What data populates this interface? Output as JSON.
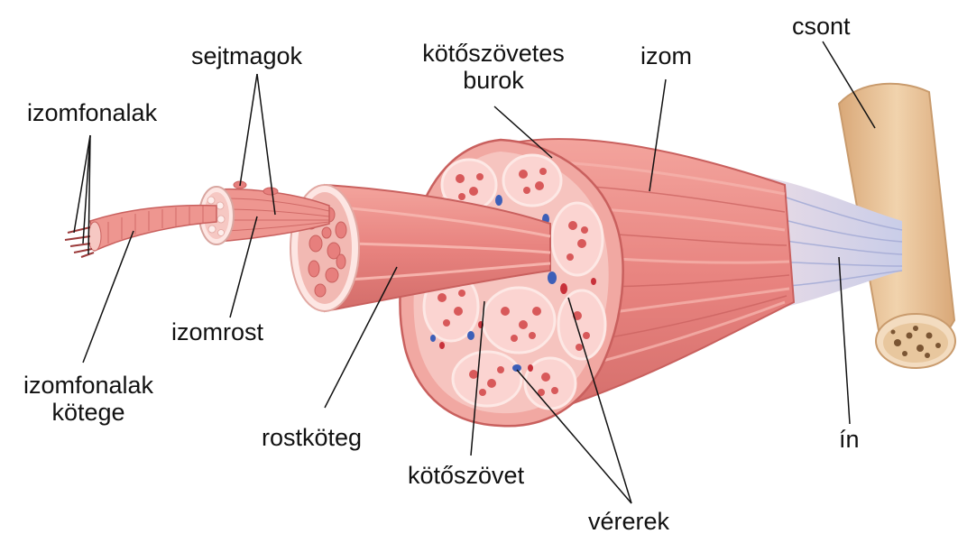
{
  "labels": {
    "izomfonalak": "izomfonalak",
    "sejtmagok": "sejtmagok",
    "kotoszovetes_line1": "kötőszövetes",
    "kotoszovetes_line2": "burok",
    "izom": "izom",
    "csont": "csont",
    "izomrost": "izomrost",
    "izomfonalak_kotege_line1": "izomfonalak",
    "izomfonalak_kotege_line2": "kötege",
    "rostkoteg": "rostköteg",
    "kotoszovet": "kötőszövet",
    "vererek": "vérerek",
    "in": "ín"
  },
  "colors": {
    "muscle": "#e8837f",
    "muscle_light": "#f4aaa3",
    "muscle_dark": "#c9605e",
    "fascicle_fill": "#fbd4d1",
    "fascicle_rim": "#fde6e3",
    "connective": "#f3b9b5",
    "bone": "#e7c29a",
    "bone_dark": "#c99b6d",
    "marrow": "#7a5533",
    "tendon": "#cfd3ea",
    "vein": "#3d5fb8",
    "artery": "#c8313a",
    "leader": "#111111"
  }
}
